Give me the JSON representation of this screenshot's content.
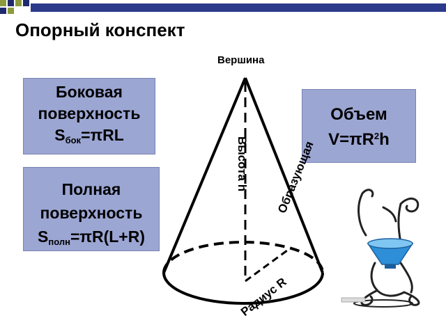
{
  "slide": {
    "title": "Опорный конспект"
  },
  "boxes": {
    "lateral": {
      "line1": "Боковая",
      "line2": "поверхность",
      "formula_pre": "S",
      "formula_sub": "бок",
      "formula_post": "=πRL"
    },
    "full": {
      "line1": "Полная",
      "line2": "поверхность",
      "formula_pre": "S",
      "formula_sub": "полн",
      "formula_post": "=πR(L+R)"
    },
    "volume": {
      "line1": "Объем",
      "formula_pre": "V=πR",
      "formula_sup": "2",
      "formula_post": "h"
    }
  },
  "cone": {
    "apex_label": "Вершина",
    "height_label": "Высота h",
    "generatrix_label": "Образующая",
    "radius_label": "Радиус R"
  },
  "colors": {
    "box_fill": "#9ca6d3",
    "deco_square_green": "#8c9a3c",
    "deco_square_blue": "#1f2a6e"
  }
}
